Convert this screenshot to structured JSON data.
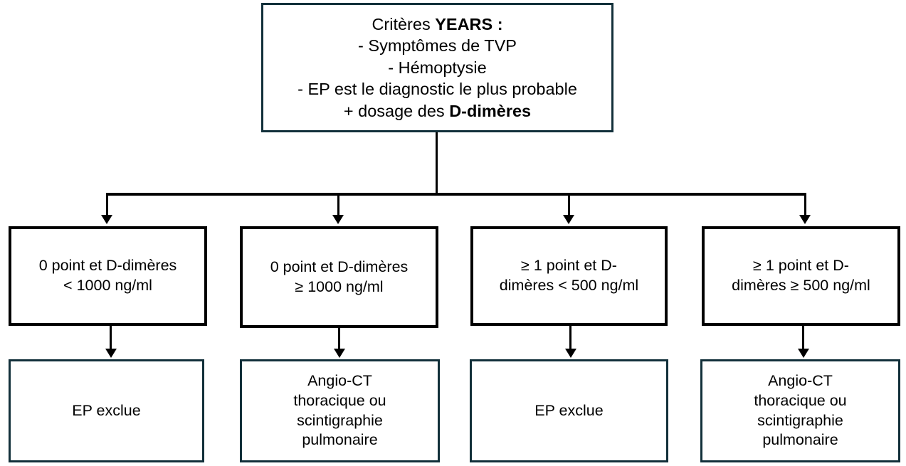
{
  "diagram": {
    "title_node": {
      "name": "years-criteria",
      "lines": [
        {
          "text": "Critères ",
          "bold_text": "YEARS :"
        },
        {
          "text": "-  Symptômes de TVP"
        },
        {
          "text": "-  Hémoptysie"
        },
        {
          "text": "-  EP est le diagnostic le plus probable"
        },
        {
          "text": "+ dosage des ",
          "bold_text": "D-dimères"
        }
      ]
    },
    "criteria_nodes": [
      {
        "id": "criteria-1",
        "lines": [
          "0 point et D-dimères",
          "< 1000 ng/ml"
        ]
      },
      {
        "id": "criteria-2",
        "lines": [
          "0 point et D-dimères",
          "≥ 1000 ng/ml"
        ]
      },
      {
        "id": "criteria-3",
        "lines": [
          "≥ 1 point et D-",
          "dimères < 500 ng/ml"
        ]
      },
      {
        "id": "criteria-4",
        "lines": [
          "≥ 1 point et D-",
          "dimères ≥ 500 ng/ml"
        ]
      }
    ],
    "outcome_nodes": [
      {
        "id": "outcome-1",
        "lines": [
          "EP exclue"
        ]
      },
      {
        "id": "outcome-2",
        "lines": [
          "Angio-CT",
          "thoracique ou",
          "scintigraphie",
          "pulmonaire"
        ]
      },
      {
        "id": "outcome-3",
        "lines": [
          "EP exclue"
        ]
      },
      {
        "id": "outcome-4",
        "lines": [
          "Angio-CT",
          "thoracique ou",
          "scintigraphie",
          "pulmonaire"
        ]
      }
    ],
    "colors": {
      "root_border": "#12303a",
      "criteria_border": "#000000",
      "outcome_border": "#12303a",
      "connector": "#000000",
      "background": "#ffffff",
      "text": "#000000"
    }
  }
}
